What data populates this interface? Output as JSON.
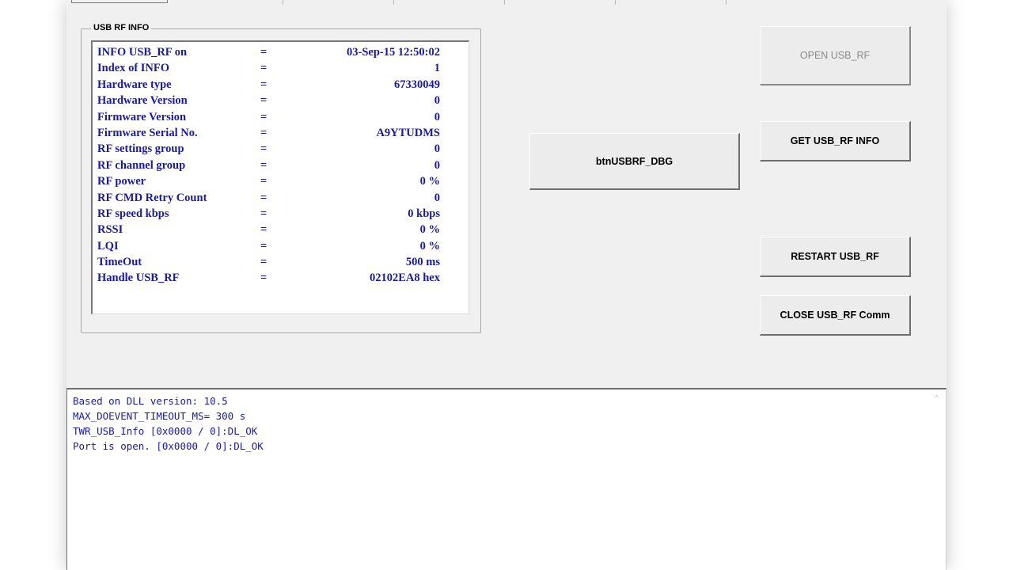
{
  "group": {
    "title": "USB RF INFO",
    "rows": [
      {
        "key": "INFO USB_RF on",
        "eq": "=",
        "value": "03-Sep-15 12:50:02"
      },
      {
        "key": "Index of INFO",
        "eq": "=",
        "value": "1"
      },
      {
        "key": "Hardware type",
        "eq": "=",
        "value": "67330049"
      },
      {
        "key": "Hardware Version",
        "eq": "=",
        "value": "0"
      },
      {
        "key": "Firmware Version",
        "eq": "=",
        "value": "0"
      },
      {
        "key": "Firmware Serial No.",
        "eq": "=",
        "value": "A9YTUDMS"
      },
      {
        "key": "RF settings group",
        "eq": "=",
        "value": "0"
      },
      {
        "key": "RF channel group",
        "eq": "=",
        "value": "0"
      },
      {
        "key": "RF power",
        "eq": "=",
        "value": "0 %"
      },
      {
        "key": "RF CMD Retry Count",
        "eq": "=",
        "value": "0"
      },
      {
        "key": "RF speed kbps",
        "eq": "=",
        "value": "0 kbps"
      },
      {
        "key": "RSSI",
        "eq": "=",
        "value": "0 %"
      },
      {
        "key": "LQI",
        "eq": "=",
        "value": "0 %"
      },
      {
        "key": "TimeOut",
        "eq": "=",
        "value": "500 ms"
      },
      {
        "key": "Handle USB_RF",
        "eq": "=",
        "value": "02102EA8 hex"
      }
    ]
  },
  "buttons": {
    "open": "OPEN USB_RF",
    "get_info": "GET USB_RF INFO",
    "debug": "btnUSBRF_DBG",
    "restart": "RESTART USB_RF",
    "close": "CLOSE USB_RF Comm"
  },
  "log": {
    "lines": [
      "Based on DLL version: 10.5",
      "MAX_DOEVENT_TIMEOUT_MS= 300 s",
      "TWR_USB_Info [0x0000 / 0]:DL_OK",
      "Port is open. [0x0000 / 0]:DL_OK"
    ]
  },
  "icons": {
    "scroll_up": "chevron-up-icon"
  },
  "colors": {
    "text_blue": "#1a1a9c",
    "window_bg": "#f0f0f0",
    "disabled_text": "#8a8a8a"
  }
}
